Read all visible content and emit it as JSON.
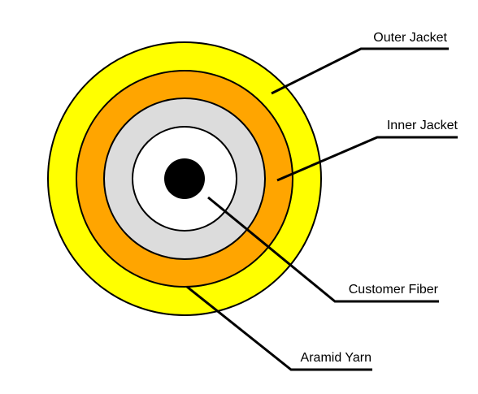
{
  "colors": {
    "outer_jacket": "#ffff00",
    "aramid_yarn": "#ffa500",
    "inner_jacket": "#dcdcdc",
    "buffer": "#ffffff",
    "fiber_core": "#000000",
    "outline": "#000000",
    "background": "#ffffff"
  },
  "labels": {
    "outer_jacket": "Outer Jacket",
    "inner_jacket": "Inner Jacket",
    "customer_fiber": "Customer Fiber",
    "aramid_yarn": "Aramid Yarn"
  }
}
